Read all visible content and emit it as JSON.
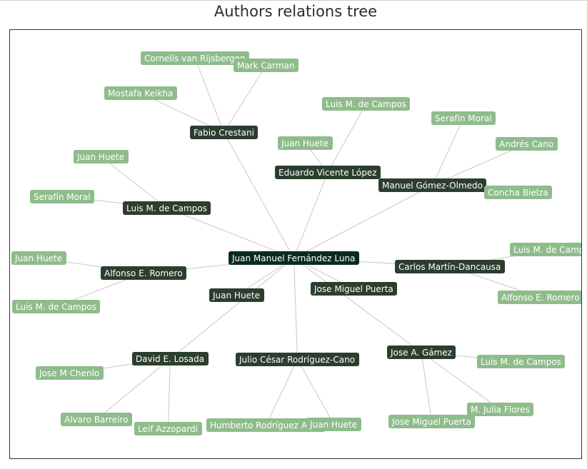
{
  "title": "Authors relations tree",
  "colors": {
    "root": "#0b2b1e",
    "hub": "#2c3e2e",
    "leaf": "#8fbc8b",
    "edge": "#c8c8c8",
    "frame": "#333333"
  },
  "tree": {
    "root": {
      "id": "root",
      "label": "Juan Manuel Fernández Luna"
    },
    "hubs": [
      {
        "id": "h1",
        "label": "Fabio Crestani"
      },
      {
        "id": "h2",
        "label": "Eduardo Vicente López"
      },
      {
        "id": "h3",
        "label": "Manuel Gómez-Olmedo"
      },
      {
        "id": "h4",
        "label": "Luis M. de Campos"
      },
      {
        "id": "h5",
        "label": "Alfonso E. Romero"
      },
      {
        "id": "h6",
        "label": "Juan Huete"
      },
      {
        "id": "h7",
        "label": "Carlos Martín-Dancausa"
      },
      {
        "id": "h8",
        "label": "Jose Miguel Puerta"
      },
      {
        "id": "h9",
        "label": "David E. Losada"
      },
      {
        "id": "h10",
        "label": "Julio César Rodríguez-Cano"
      },
      {
        "id": "h11",
        "label": "Jose A. Gámez"
      }
    ],
    "leaves": [
      {
        "id": "l1",
        "parent": "h1",
        "label": "Cornelis van Rijsbergen"
      },
      {
        "id": "l2",
        "parent": "h1",
        "label": "Mark Carman"
      },
      {
        "id": "l3",
        "parent": "h1",
        "label": "Mostafa Keikha"
      },
      {
        "id": "l4",
        "parent": "h2",
        "label": "Luis M. de Campos"
      },
      {
        "id": "l5",
        "parent": "h2",
        "label": "Juan Huete"
      },
      {
        "id": "l6",
        "parent": "h3",
        "label": "Serafín Moral"
      },
      {
        "id": "l7",
        "parent": "h3",
        "label": "Andrés Cano"
      },
      {
        "id": "l8",
        "parent": "h3",
        "label": "Concha Bielza"
      },
      {
        "id": "l9",
        "parent": "h4",
        "label": "Juan Huete"
      },
      {
        "id": "l10",
        "parent": "h4",
        "label": "Serafín Moral"
      },
      {
        "id": "l11",
        "parent": "h5",
        "label": "Juan Huete"
      },
      {
        "id": "l12",
        "parent": "h5",
        "label": "Luis M. de Campos"
      },
      {
        "id": "l13",
        "parent": "h7",
        "label": "Luis M. de Campos"
      },
      {
        "id": "l14",
        "parent": "h7",
        "label": "Alfonso E. Romero"
      },
      {
        "id": "l15",
        "parent": "h9",
        "label": "Jose M Chenlo"
      },
      {
        "id": "l16",
        "parent": "h9",
        "label": "Alvaro Barreiro"
      },
      {
        "id": "l17",
        "parent": "h9",
        "label": "Leif Azzopardi"
      },
      {
        "id": "l18",
        "parent": "h10",
        "label": "Humberto Rodríguez Avila"
      },
      {
        "id": "l19",
        "parent": "h10",
        "label": "Juan Huete"
      },
      {
        "id": "l20",
        "parent": "h11",
        "label": "Luis M. de Campos"
      },
      {
        "id": "l21",
        "parent": "h11",
        "label": "M. Julia Flores"
      },
      {
        "id": "l22",
        "parent": "h11",
        "label": "Jose Miguel Puerta"
      }
    ]
  }
}
